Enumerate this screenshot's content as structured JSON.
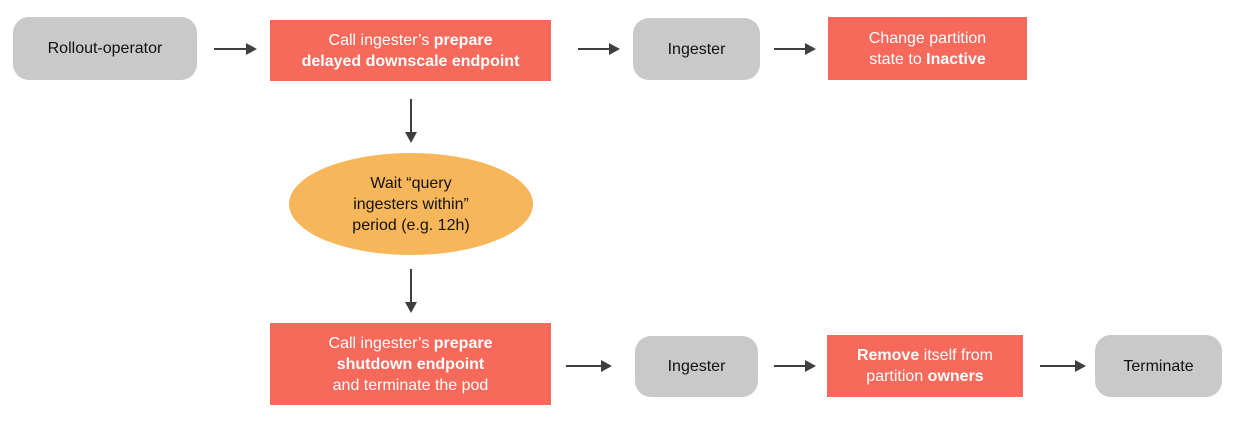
{
  "colors": {
    "background": "#FFFFFF",
    "action-bg": "#F7695A",
    "action-text": "#FFFFFF",
    "entity-bg": "#C9C9C9",
    "wait-bg": "#F8B65A",
    "arrow": "#3F3F3F",
    "text": "#111111"
  },
  "nodes": {
    "rollout": {
      "label": "Rollout-operator"
    },
    "prepare_delayed": {
      "l1_regular": "Call ingester’s ",
      "l1_bold": "prepare",
      "l2_bold": "delayed downscale endpoint"
    },
    "ingester_top": {
      "label": "Ingester"
    },
    "change_partition": {
      "l1": "Change partition",
      "l2_regular": "state to ",
      "l2_bold": "Inactive"
    },
    "wait": {
      "l1": "Wait “query",
      "l2": "ingesters within”",
      "l3": "period (e.g. 12h)"
    },
    "prepare_shutdown": {
      "l1_regular": "Call ingester’s ",
      "l1_bold": "prepare",
      "l2_bold": "shutdown endpoint",
      "l3": "and terminate the pod"
    },
    "ingester_bottom": {
      "label": "Ingester"
    },
    "remove_owners": {
      "l1_bold": "Remove",
      "l1_regular": " itself from",
      "l2_regular": "partition ",
      "l2_bold": "owners"
    },
    "terminate": {
      "label": "Terminate"
    }
  }
}
